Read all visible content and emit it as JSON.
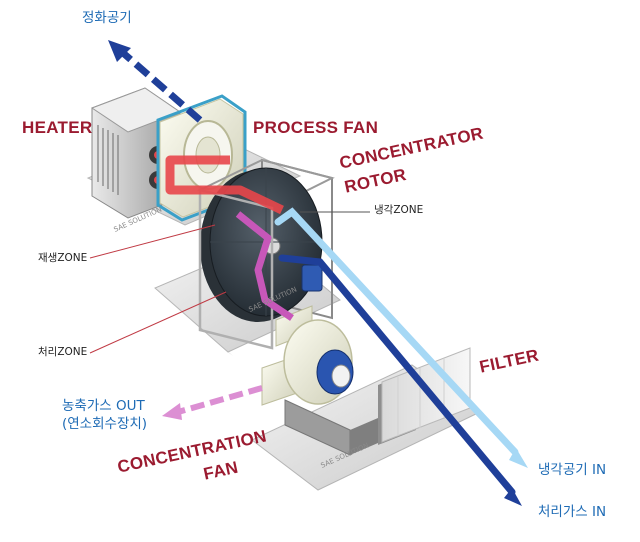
{
  "labels": {
    "clean_air": "정화공기",
    "heater": "HEATER",
    "process_fan": "PROCESS FAN",
    "concentrator_rotor_line1": "CONCENTRATOR",
    "concentrator_rotor_line2": "ROTOR",
    "cooling_zone": "냉각ZONE",
    "regen_zone": "재생ZONE",
    "process_zone": "처리ZONE",
    "filter": "FILTER",
    "concentrated_gas_out_line1": "농축가스 OUT",
    "concentrated_gas_out_line2": "(연소회수장치)",
    "concentration_fan_line1": "CONCENTRATION",
    "concentration_fan_line2": "FAN",
    "cooling_air_in": "냉각공기 IN",
    "process_gas_in": "처리가스 IN"
  },
  "watermark": "SAE SOLUTION",
  "colors": {
    "process_flow": "#1f3f99",
    "cooling_flow": "#a6d8f5",
    "hot_flow": "#e8464a",
    "regen_flow": "#c757b9",
    "concentrated_flow": "#dc8fd3",
    "label_red": "#9b1b30",
    "label_blue": "#1e6bb5"
  }
}
